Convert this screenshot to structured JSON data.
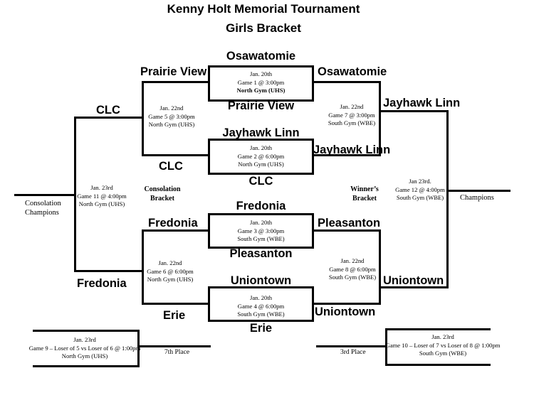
{
  "header": {
    "title": "Kenny Holt Memorial Tournament",
    "subtitle": "Girls Bracket"
  },
  "games": {
    "g1": [
      "Jan. 20th",
      "Game 1 @ 3:00pm",
      "North Gym (UHS)"
    ],
    "g2": [
      "Jan. 20th",
      "Game 2  @  6:00pm",
      "North Gym (UHS)"
    ],
    "g3": [
      "Jan. 20th",
      "Game 3  @  3:00pm",
      "South Gym (WBE)"
    ],
    "g4": [
      "Jan. 20th",
      "Game 4  @ 6:00pm",
      "South Gym (WBE)"
    ],
    "g5": [
      "Jan. 22nd",
      "Game 5 @ 3:00pm",
      "North Gym (UHS)"
    ],
    "g6": [
      "Jan. 22nd",
      "Game 6 @ 6:00pm",
      "North Gym (UHS)"
    ],
    "g7": [
      "Jan. 22nd",
      "Game 7  @ 3:00pm",
      "South Gym (WBE)"
    ],
    "g8": [
      "Jan. 22nd",
      "Game 8 @ 6:00pm",
      "South Gym (WBE)"
    ],
    "g11": [
      "Jan. 23rd",
      "Game 11  @ 4:00pm",
      "North Gym (UHS)"
    ],
    "g12": [
      "Jan 23rd.",
      "Game 12  @ 4:00pm",
      "South Gym (WBE)"
    ],
    "g9": [
      "Jan. 23rd",
      "Game 9 – Loser of 5 vs Loser of 6 @ 1:00pm",
      "North Gym (UHS)"
    ],
    "g10": [
      "Jan. 23rd",
      "Game 10 – Loser of 7 vs Loser of 8 @ 1:00pm",
      "South Gym (WBE)"
    ]
  },
  "teams": {
    "osawatomie_top": "Osawatomie",
    "prairie_view_left": "Prairie View",
    "osawatomie_right": "Osawatomie",
    "prairie_view_under": "Prairie View",
    "clc_left": "CLC",
    "jayhawk_linn_right": "Jayhawk Linn",
    "jayhawk_linn_top": "Jayhawk Linn",
    "jayhawk_linn_side": "Jayhawk Linn",
    "clc_mid": "CLC",
    "clc_under": "CLC",
    "fredonia_top": "Fredonia",
    "fredonia_left": "Fredonia",
    "pleasanton_right": "Pleasanton",
    "pleasanton_under": "Pleasanton",
    "fredonia_bottom": "Fredonia",
    "uniontown_top": "Uniontown",
    "uniontown_right": "Uniontown",
    "erie_left": "Erie",
    "uniontown_bottom": "Uniontown",
    "erie_under": "Erie"
  },
  "labels": {
    "consolation_champions": [
      "Consolation",
      "Champions"
    ],
    "champions": "Champions",
    "consolation_bracket": [
      "Consolation",
      "Bracket"
    ],
    "winners_bracket": [
      "Winner’s",
      "Bracket"
    ],
    "seventh_place": "7th Place",
    "third_place": "3rd Place"
  }
}
